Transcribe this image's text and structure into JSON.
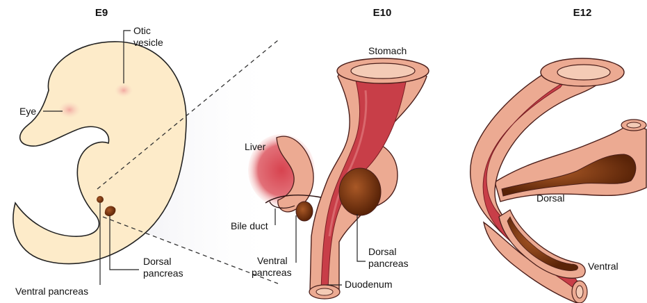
{
  "stages": {
    "e9": {
      "title": "E9"
    },
    "e10": {
      "title": "E10"
    },
    "e12": {
      "title": "E12"
    }
  },
  "labels": {
    "otic_vesicle_line1": "Otic",
    "otic_vesicle_line2": "vesicle",
    "eye": "Eye",
    "dorsal_pancreas_e9_line1": "Dorsal",
    "dorsal_pancreas_e9_line2": "pancreas",
    "ventral_pancreas_e9": "Ventral pancreas",
    "stomach": "Stomach",
    "liver": "Liver",
    "bile_duct": "Bile duct",
    "ventral_pancreas_e10_line1": "Ventral",
    "ventral_pancreas_e10_line2": "pancreas",
    "dorsal_pancreas_e10_line1": "Dorsal",
    "dorsal_pancreas_e10_line2": "pancreas",
    "duodenum": "Duodenum",
    "dorsal_e12": "Dorsal",
    "ventral_e12": "Ventral"
  },
  "colors": {
    "embryo_fill": "#fdebc9",
    "embryo_outline": "#222222",
    "gut_wall": "#ecaa92",
    "gut_lumen": "#c83e48",
    "gut_lumen_dark": "#9a1f2a",
    "pancreas_bud": "#7a3a14",
    "liver": "#d9505c"
  }
}
